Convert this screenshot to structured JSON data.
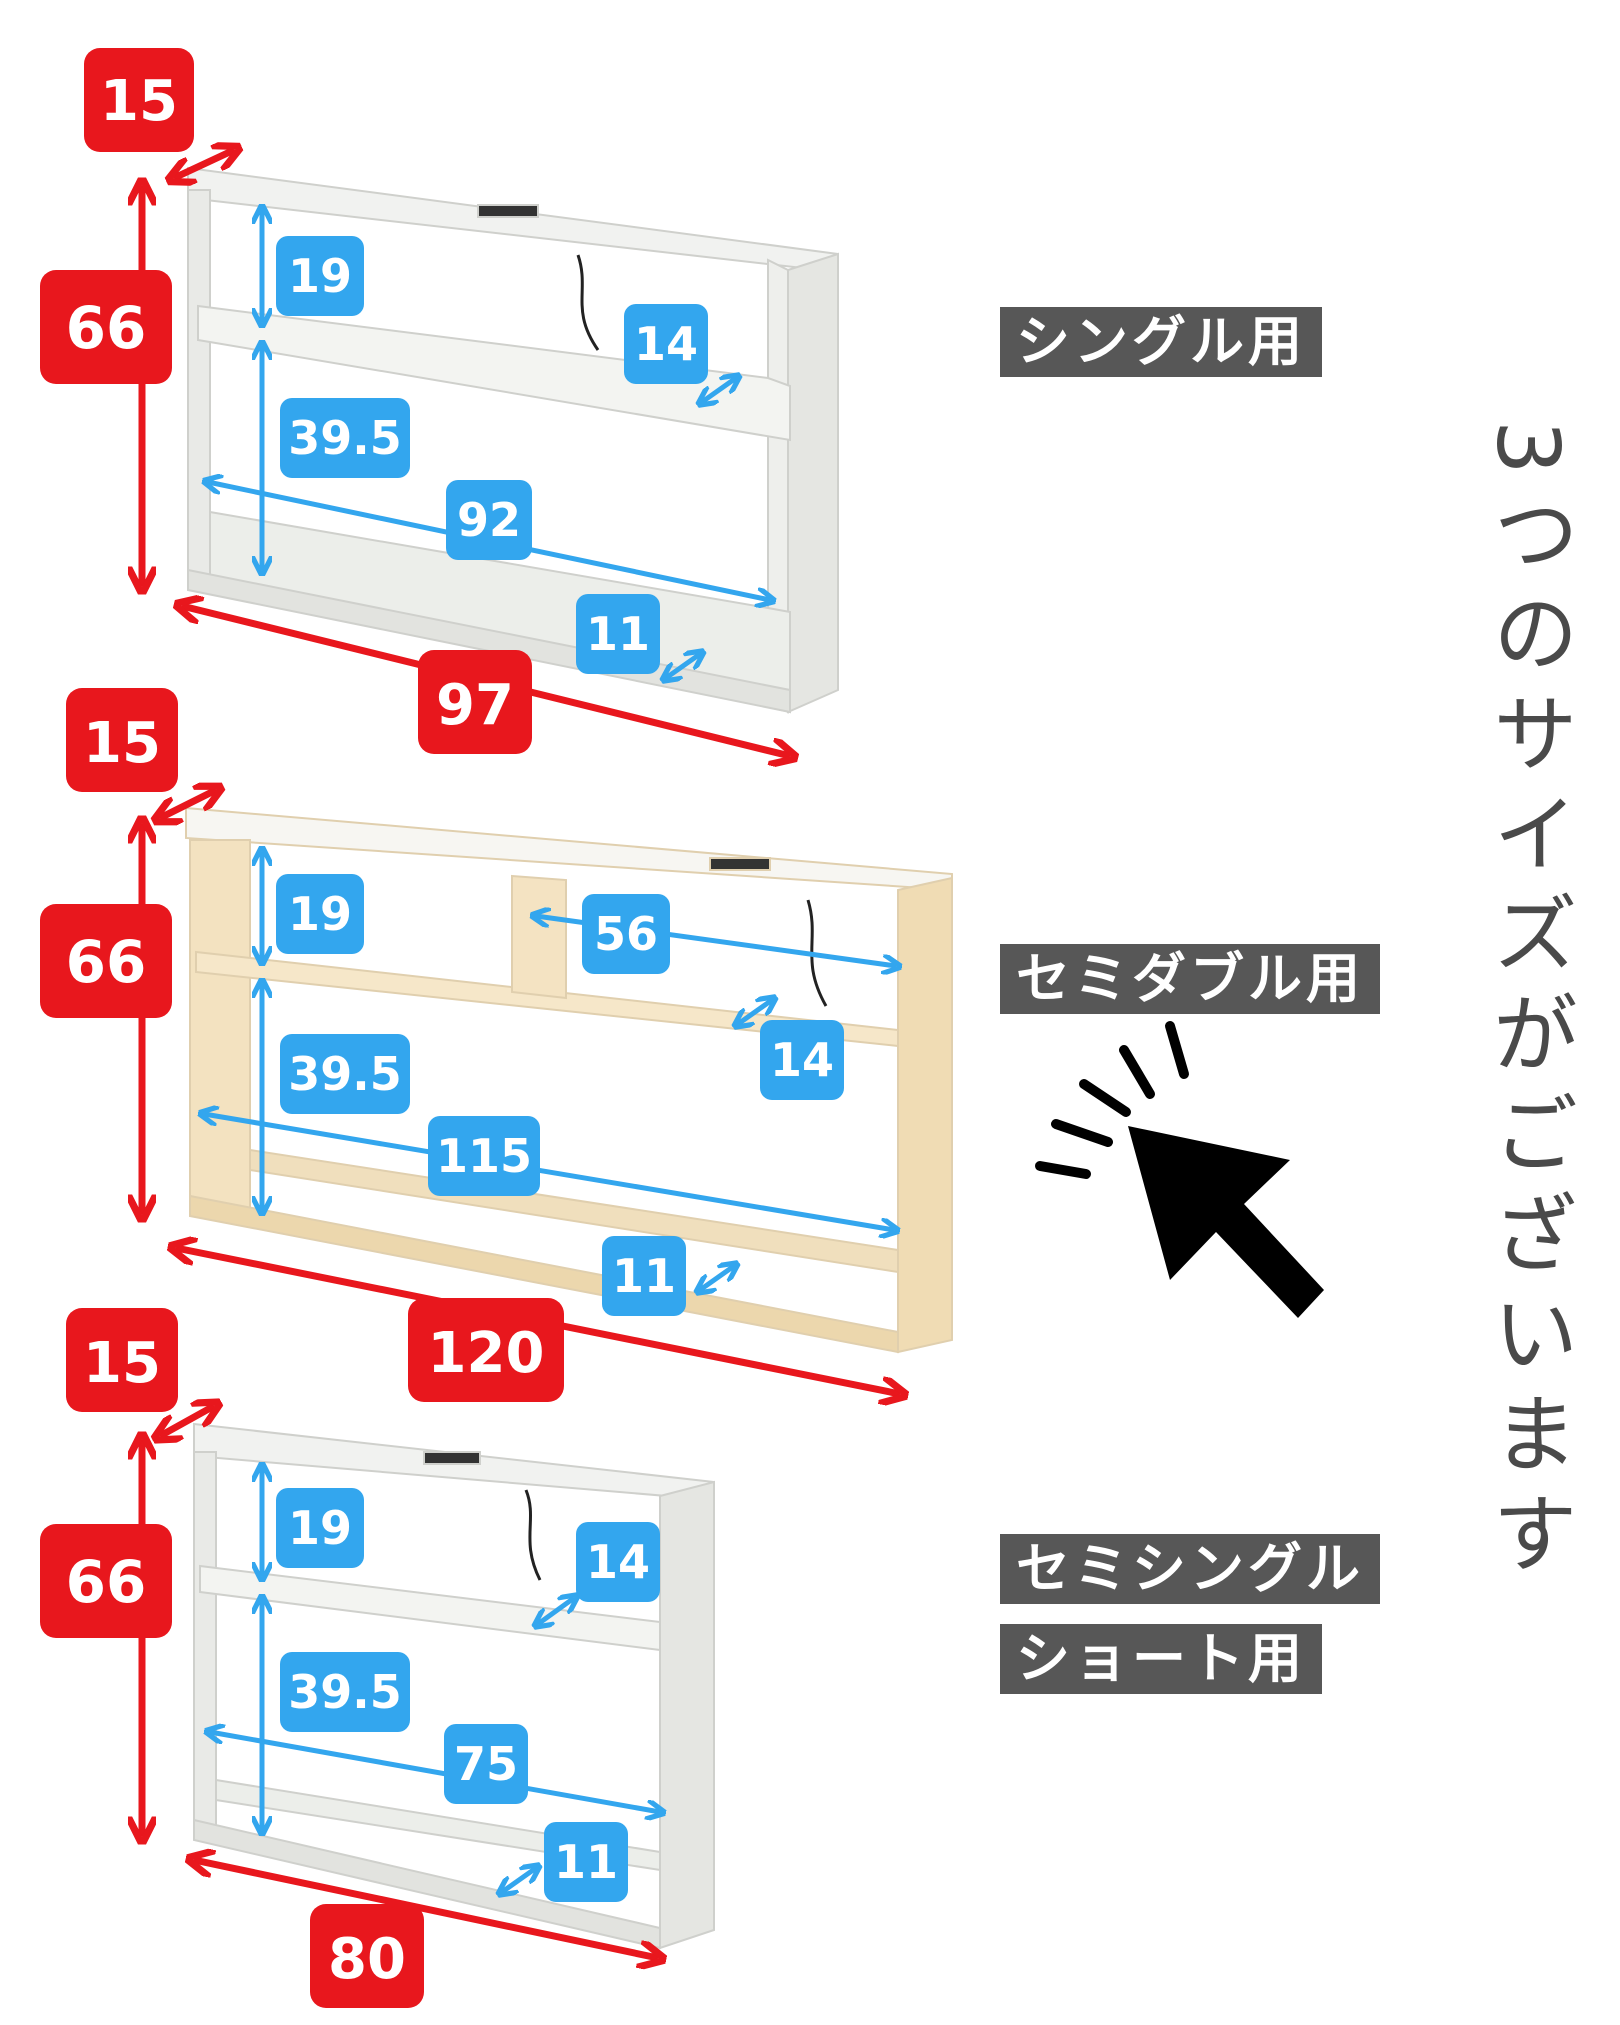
{
  "colors": {
    "red": "#e8171d",
    "blue": "#33a6ee",
    "label_bg": "#575757",
    "wood_white": "#f1f2f0",
    "wood_natural": "#f6e7c9"
  },
  "title_vertical": "3つのサイズがございます",
  "pointer_icon": "cursor-click-icon",
  "shelves": [
    {
      "label_lines": [
        "シングル用"
      ],
      "depth": "15",
      "height": "66",
      "width": "97",
      "upper_gap": "19",
      "lower_gap": "39.5",
      "inner_width": "92",
      "shelf_depth": "14",
      "base_depth": "11",
      "divider_width": null,
      "finish": "white"
    },
    {
      "label_lines": [
        "セミダブル用"
      ],
      "depth": "15",
      "height": "66",
      "width": "120",
      "upper_gap": "19",
      "lower_gap": "39.5",
      "inner_width": "115",
      "shelf_depth": "14",
      "base_depth": "11",
      "divider_width": "56",
      "finish": "natural"
    },
    {
      "label_lines": [
        "セミシングル",
        "ショート用"
      ],
      "depth": "15",
      "height": "66",
      "width": "80",
      "upper_gap": "19",
      "lower_gap": "39.5",
      "inner_width": "75",
      "shelf_depth": "14",
      "base_depth": "11",
      "divider_width": null,
      "finish": "white"
    }
  ]
}
